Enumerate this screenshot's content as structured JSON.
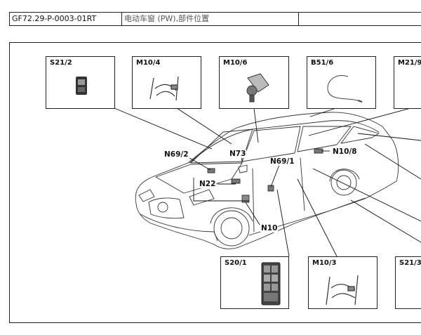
{
  "header": {
    "doc_id": "GF72.29-P-0003-01RT",
    "title": "电动车窗 (PW),部件位置"
  },
  "components": {
    "s21_2": "S21/2",
    "m10_4": "M10/4",
    "m10_6": "M10/6",
    "b51_6": "B51/6",
    "m21_9": "M21/9",
    "s20_1": "S20/1",
    "m10_3": "M10/3",
    "s21_3": "S21/3"
  },
  "callouts": {
    "n69_2": "N69/2",
    "n73": "N73",
    "n69_1": "N69/1",
    "n10_8": "N10/8",
    "n22": "N22",
    "n10": "N10"
  }
}
